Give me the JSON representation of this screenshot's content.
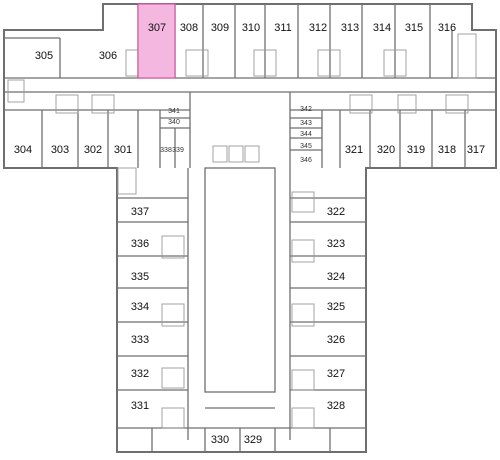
{
  "colors": {
    "background": "#ffffff",
    "wall": "#6f6f6f",
    "inner_wall": "#9a9a9a",
    "highlight_fill": "#f4b7e0",
    "highlight_stroke": "#d35aa9",
    "room_label": "#111111",
    "small_label": "#333333"
  },
  "highlighted_room": "307",
  "rooms": [
    {
      "number": "301"
    },
    {
      "number": "302"
    },
    {
      "number": "303"
    },
    {
      "number": "304"
    },
    {
      "number": "305"
    },
    {
      "number": "306"
    },
    {
      "number": "307"
    },
    {
      "number": "308"
    },
    {
      "number": "309"
    },
    {
      "number": "310"
    },
    {
      "number": "311"
    },
    {
      "number": "312"
    },
    {
      "number": "313"
    },
    {
      "number": "314"
    },
    {
      "number": "315"
    },
    {
      "number": "316"
    },
    {
      "number": "317"
    },
    {
      "number": "318"
    },
    {
      "number": "319"
    },
    {
      "number": "320"
    },
    {
      "number": "321"
    },
    {
      "number": "322"
    },
    {
      "number": "323"
    },
    {
      "number": "324"
    },
    {
      "number": "325"
    },
    {
      "number": "326"
    },
    {
      "number": "327"
    },
    {
      "number": "328"
    },
    {
      "number": "329"
    },
    {
      "number": "330"
    },
    {
      "number": "331"
    },
    {
      "number": "332"
    },
    {
      "number": "333"
    },
    {
      "number": "334"
    },
    {
      "number": "335"
    },
    {
      "number": "336"
    },
    {
      "number": "337"
    },
    {
      "number": "338"
    },
    {
      "number": "339"
    },
    {
      "number": "340"
    },
    {
      "number": "341"
    },
    {
      "number": "342"
    },
    {
      "number": "343"
    },
    {
      "number": "344"
    },
    {
      "number": "345"
    },
    {
      "number": "346"
    }
  ]
}
